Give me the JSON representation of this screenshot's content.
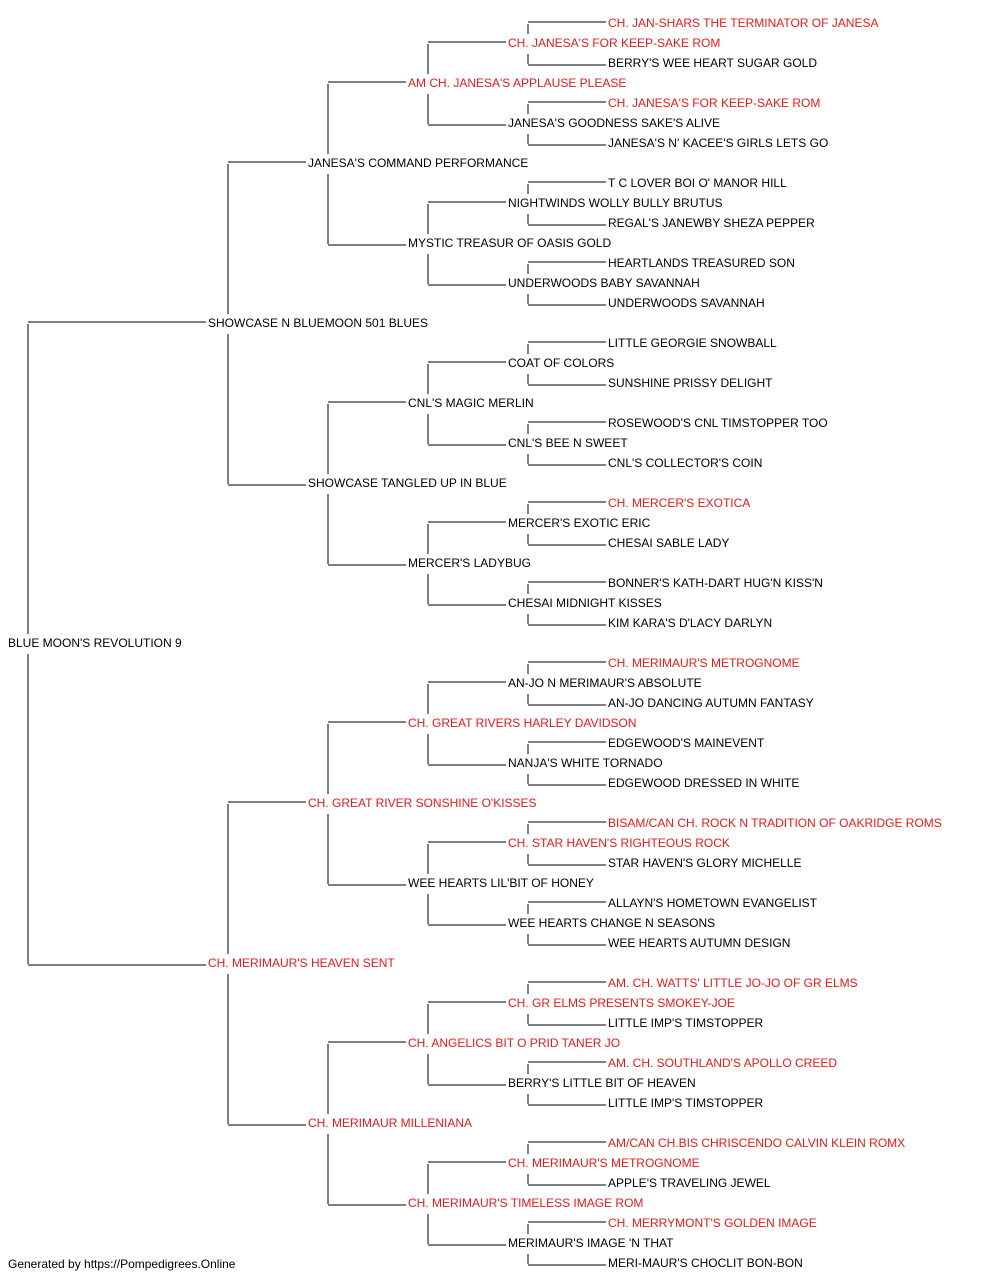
{
  "colors": {
    "champion": "#e8191b",
    "normal": "#000000",
    "lines": "#000000"
  },
  "footer": "Generated by https://Pompedigrees.Online",
  "pedigree": {
    "name": "BLUE MOON'S REVOLUTION 9",
    "ch": false,
    "sire": {
      "name": "SHOWCASE N BLUEMOON 501 BLUES",
      "ch": false,
      "sire": {
        "name": "JANESA'S COMMAND PERFORMANCE",
        "ch": false,
        "sire": {
          "name": "AM CH. JANESA'S APPLAUSE PLEASE",
          "ch": true,
          "sire": {
            "name": "CH. JANESA'S FOR KEEP-SAKE ROM",
            "ch": true,
            "sire": {
              "name": "CH. JAN-SHARS THE TERMINATOR OF JANESA",
              "ch": true
            },
            "dam": {
              "name": "BERRY'S WEE HEART SUGAR GOLD",
              "ch": false
            }
          },
          "dam": {
            "name": "JANESA'S GOODNESS SAKE'S ALIVE",
            "ch": false,
            "sire": {
              "name": "CH. JANESA'S FOR KEEP-SAKE ROM",
              "ch": true
            },
            "dam": {
              "name": "JANESA'S N' KACEE'S GIRLS LETS GO",
              "ch": false
            }
          }
        },
        "dam": {
          "name": "MYSTIC TREASUR OF OASIS GOLD",
          "ch": false,
          "sire": {
            "name": "NIGHTWINDS WOLLY BULLY BRUTUS",
            "ch": false,
            "sire": {
              "name": "T C LOVER BOI O' MANOR HILL",
              "ch": false
            },
            "dam": {
              "name": "REGAL'S JANEWBY SHEZA PEPPER",
              "ch": false
            }
          },
          "dam": {
            "name": "UNDERWOODS BABY SAVANNAH",
            "ch": false,
            "sire": {
              "name": "HEARTLANDS TREASURED SON",
              "ch": false
            },
            "dam": {
              "name": "UNDERWOODS SAVANNAH",
              "ch": false
            }
          }
        }
      },
      "dam": {
        "name": "SHOWCASE TANGLED UP IN BLUE",
        "ch": false,
        "sire": {
          "name": "CNL'S MAGIC MERLIN",
          "ch": false,
          "sire": {
            "name": "COAT OF COLORS",
            "ch": false,
            "sire": {
              "name": "LITTLE GEORGIE SNOWBALL",
              "ch": false
            },
            "dam": {
              "name": "SUNSHINE PRISSY DELIGHT",
              "ch": false
            }
          },
          "dam": {
            "name": "CNL'S BEE N SWEET",
            "ch": false,
            "sire": {
              "name": "ROSEWOOD'S CNL TIMSTOPPER TOO",
              "ch": false
            },
            "dam": {
              "name": "CNL'S COLLECTOR'S COIN",
              "ch": false
            }
          }
        },
        "dam": {
          "name": "MERCER'S LADYBUG",
          "ch": false,
          "sire": {
            "name": "MERCER'S EXOTIC ERIC",
            "ch": false,
            "sire": {
              "name": "CH. MERCER'S EXOTICA",
              "ch": true
            },
            "dam": {
              "name": "CHESAI SABLE LADY",
              "ch": false
            }
          },
          "dam": {
            "name": "CHESAI MIDNIGHT KISSES",
            "ch": false,
            "sire": {
              "name": "BONNER'S KATH-DART HUG'N KISS'N",
              "ch": false
            },
            "dam": {
              "name": "KIM KARA'S D'LACY DARLYN",
              "ch": false
            }
          }
        }
      }
    },
    "dam": {
      "name": "CH. MERIMAUR'S HEAVEN SENT",
      "ch": true,
      "sire": {
        "name": "CH. GREAT RIVER SONSHINE O'KISSES",
        "ch": true,
        "sire": {
          "name": "CH. GREAT RIVERS HARLEY DAVIDSON",
          "ch": true,
          "sire": {
            "name": "AN-JO N MERIMAUR'S ABSOLUTE",
            "ch": false,
            "sire": {
              "name": "CH. MERIMAUR'S METROGNOME",
              "ch": true
            },
            "dam": {
              "name": "AN-JO DANCING AUTUMN FANTASY",
              "ch": false
            }
          },
          "dam": {
            "name": "NANJA'S WHITE TORNADO",
            "ch": false,
            "sire": {
              "name": "EDGEWOOD'S MAINEVENT",
              "ch": false
            },
            "dam": {
              "name": "EDGEWOOD DRESSED IN WHITE",
              "ch": false
            }
          }
        },
        "dam": {
          "name": "WEE HEARTS LIL'BIT OF HONEY",
          "ch": false,
          "sire": {
            "name": "CH. STAR HAVEN'S RIGHTEOUS ROCK",
            "ch": true,
            "sire": {
              "name": "BISAM/CAN CH. ROCK N TRADITION OF OAKRIDGE ROMS",
              "ch": true
            },
            "dam": {
              "name": "STAR HAVEN'S GLORY MICHELLE",
              "ch": false
            }
          },
          "dam": {
            "name": "WEE HEARTS CHANGE N SEASONS",
            "ch": false,
            "sire": {
              "name": "ALLAYN'S HOMETOWN EVANGELIST",
              "ch": false
            },
            "dam": {
              "name": "WEE HEARTS AUTUMN DESIGN",
              "ch": false
            }
          }
        }
      },
      "dam": {
        "name": "CH. MERIMAUR MILLENIANA",
        "ch": true,
        "sire": {
          "name": "CH. ANGELICS BIT O PRID TANER JO",
          "ch": true,
          "sire": {
            "name": "CH. GR ELMS PRESENTS SMOKEY-JOE",
            "ch": true,
            "sire": {
              "name": "AM. CH. WATTS' LITTLE JO-JO OF GR ELMS",
              "ch": true
            },
            "dam": {
              "name": "LITTLE IMP'S TIMSTOPPER",
              "ch": false
            }
          },
          "dam": {
            "name": "BERRY'S LITTLE BIT OF HEAVEN",
            "ch": false,
            "sire": {
              "name": "AM. CH. SOUTHLAND'S APOLLO CREED",
              "ch": true
            },
            "dam": {
              "name": "LITTLE IMP'S TIMSTOPPER",
              "ch": false
            }
          }
        },
        "dam": {
          "name": "CH. MERIMAUR'S TIMELESS IMAGE ROM",
          "ch": true,
          "sire": {
            "name": "CH. MERIMAUR'S METROGNOME",
            "ch": true,
            "sire": {
              "name": "AM/CAN CH.BIS CHRISCENDO CALVIN KLEIN ROMX",
              "ch": true
            },
            "dam": {
              "name": "APPLE'S TRAVELING JEWEL",
              "ch": false
            }
          },
          "dam": {
            "name": "MERIMAUR'S IMAGE 'N THAT",
            "ch": false,
            "sire": {
              "name": "CH. MERRYMONT'S GOLDEN IMAGE",
              "ch": true
            },
            "dam": {
              "name": "MERI-MAUR'S CHOCLIT BON-BON",
              "ch": false
            }
          }
        }
      }
    }
  }
}
